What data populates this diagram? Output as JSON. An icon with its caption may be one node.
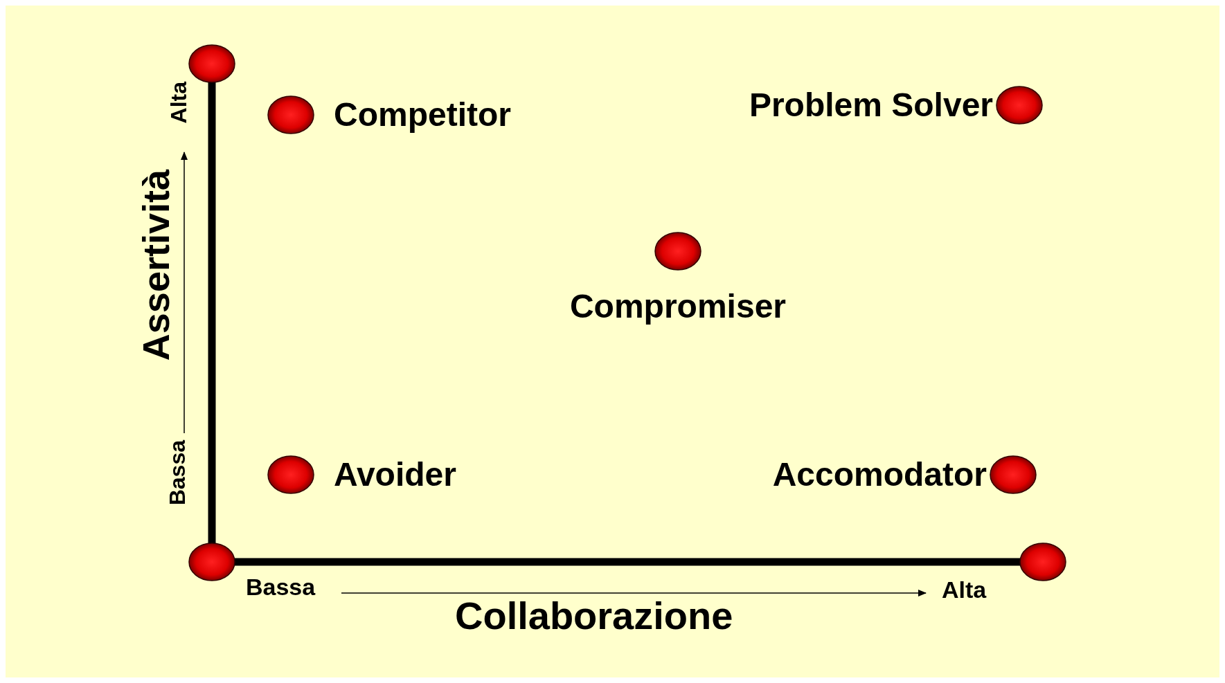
{
  "diagram": {
    "nodes": [
      {
        "text": [
          "Competitor"
        ]
      },
      {
        "text": [
          "Problem Solver"
        ]
      },
      {
        "text": [
          "Compromiser"
        ]
      },
      {
        "text": [
          "Avoider"
        ]
      },
      {
        "text": [
          "Accomodator"
        ]
      }
    ],
    "labels": [
      "Alta",
      "Assertività",
      "Bassa",
      "Bassa",
      "Collaborazione",
      "Alta"
    ]
  }
}
